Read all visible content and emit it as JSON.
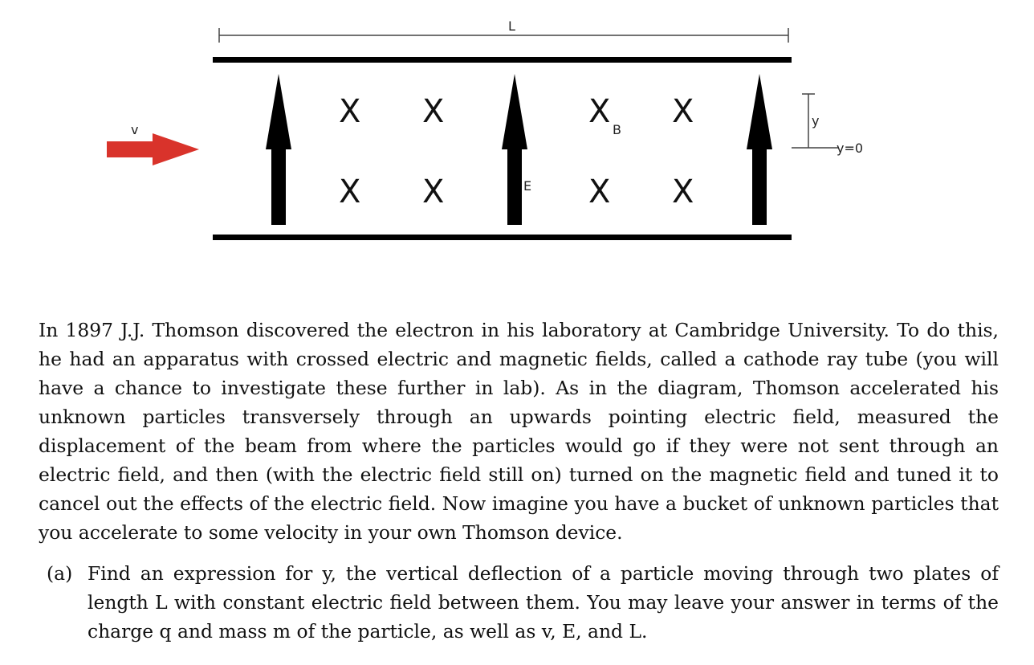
{
  "diagram": {
    "length_label": "L",
    "velocity_label": "v",
    "field_B_label": "B",
    "field_E_label": "E",
    "deflection_label": "y",
    "reference_label": "y=0",
    "cross_symbol": "X",
    "colors": {
      "velocity_arrow": "#d9332b",
      "plates": "#000000",
      "field_arrows": "#000000"
    }
  },
  "intro_text": "In 1897 J.J. Thomson discovered the electron in his laboratory at Cambridge University. To do this, he had an apparatus with crossed electric and magnetic fields, called a cathode ray tube (you will have a chance to investigate these further in lab). As in the diagram, Thomson accelerated his unknown particles transversely through an upwards pointing electric field, measured the displacement of the beam from where the particles would go if they were not sent through an electric field, and then (with the electric field still on) turned on the magnetic field and tuned it to cancel out the effects of the electric field. Now imagine you have a bucket of unknown particles that you accelerate to some velocity in your own Thomson device.",
  "part_a": {
    "label": "(a)",
    "text": "Find an expression for y, the vertical deflection of a particle moving through two plates of length L with constant electric field between them. You may leave your answer in terms of the charge q and mass m of the particle, as well as v, E, and L."
  }
}
